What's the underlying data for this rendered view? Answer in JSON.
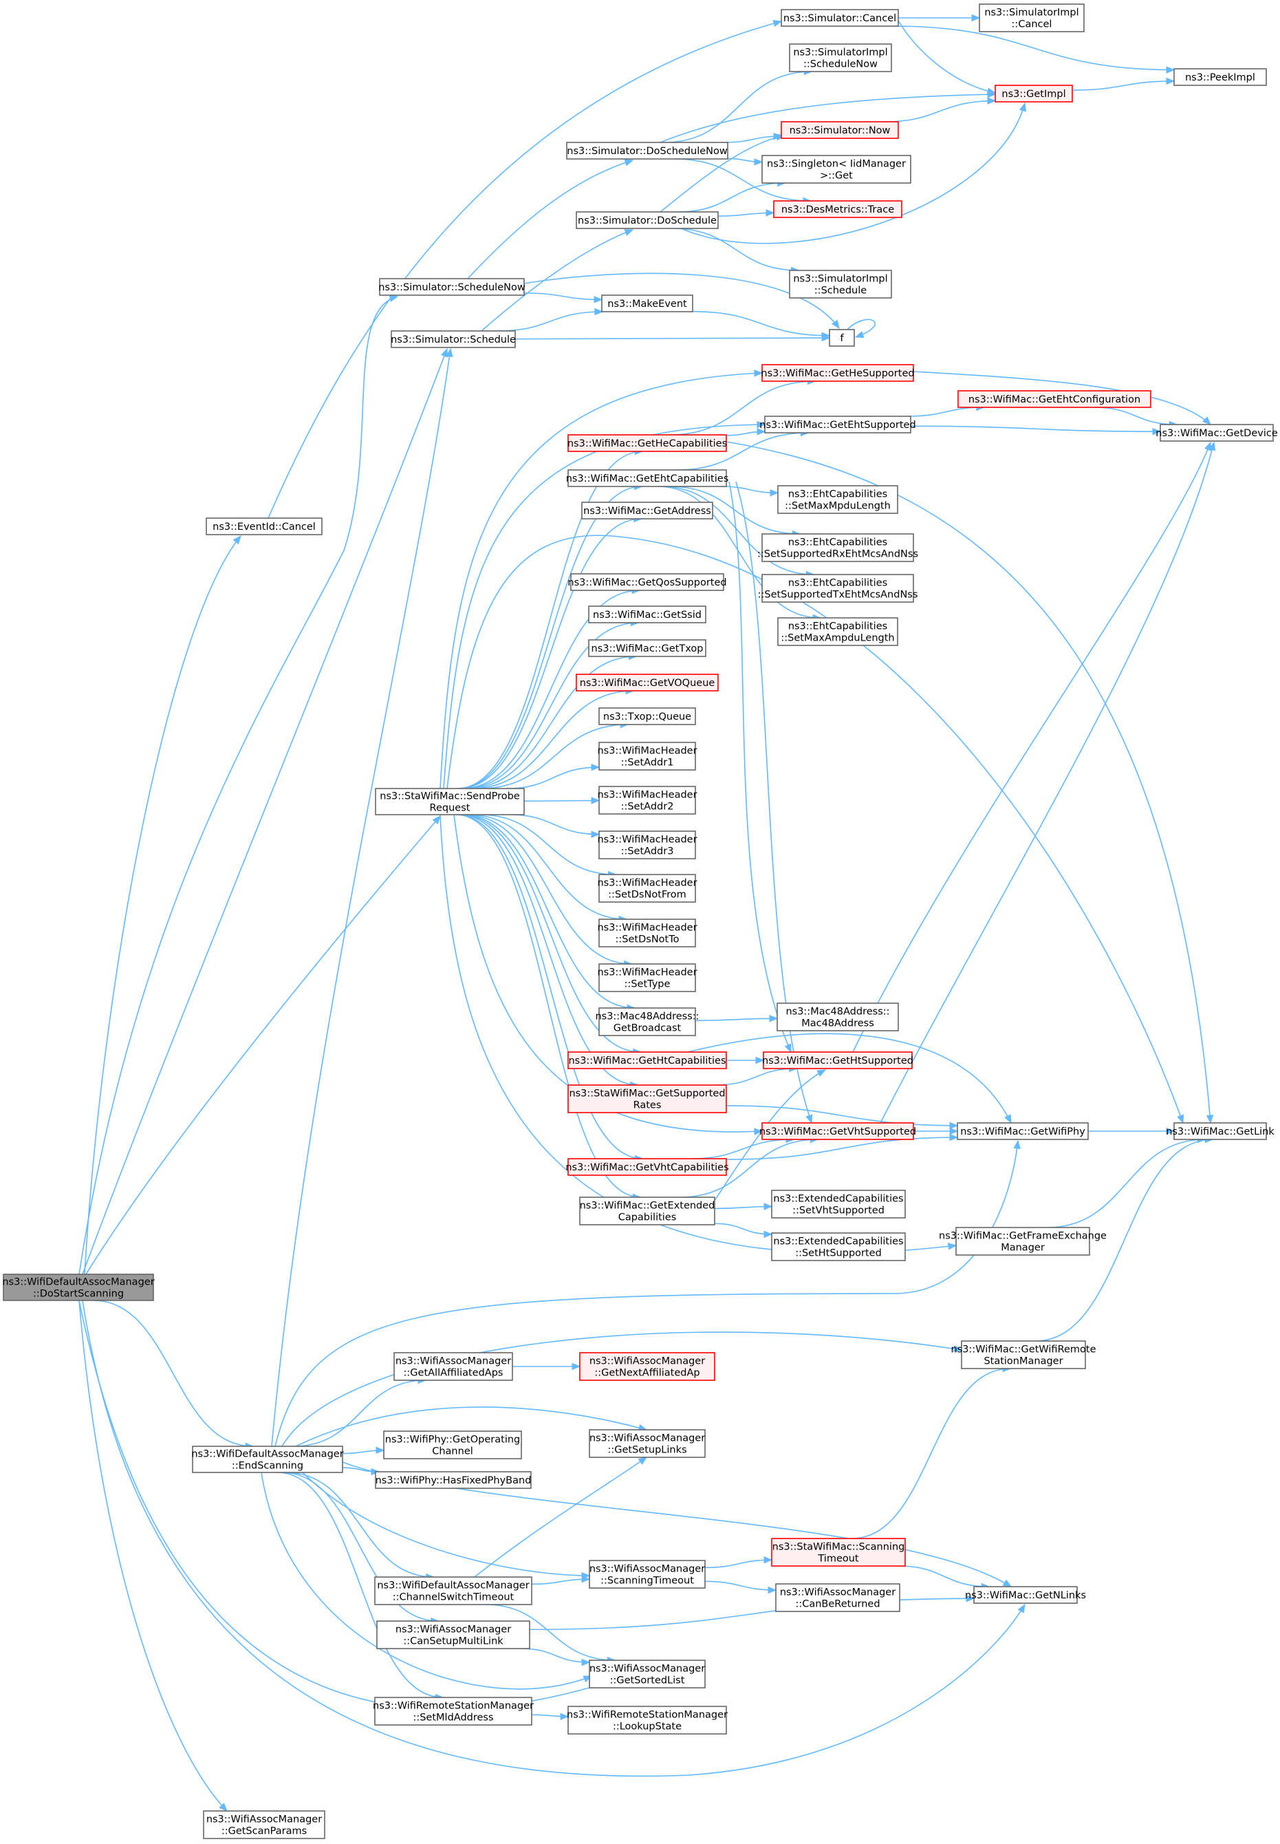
{
  "diagram": {
    "type": "call-graph",
    "root": "ns3::WifiDefaultAssocManager::DoStartScanning",
    "colors": {
      "edge": "#63b8ff",
      "node_border": "#666666",
      "truncated_border": "#ff0000",
      "truncated_fill": "#fff0f0",
      "root_fill": "#999999"
    },
    "nodes": [
      {
        "id": "root",
        "lines": [
          "ns3::WifiDefaultAssocManager",
          "::DoStartScanning"
        ],
        "style": "root"
      },
      {
        "id": "eventid_cancel",
        "lines": [
          "ns3::EventId::Cancel"
        ]
      },
      {
        "id": "sim_cancel",
        "lines": [
          "ns3::Simulator::Cancel"
        ]
      },
      {
        "id": "simimpl_cancel",
        "lines": [
          "ns3::SimulatorImpl",
          "::Cancel"
        ]
      },
      {
        "id": "peekimpl",
        "lines": [
          "ns3::PeekImpl"
        ]
      },
      {
        "id": "getimpl",
        "lines": [
          "ns3::GetImpl"
        ],
        "style": "red"
      },
      {
        "id": "simimpl_schednow",
        "lines": [
          "ns3::SimulatorImpl",
          "::ScheduleNow"
        ]
      },
      {
        "id": "sim_now",
        "lines": [
          "ns3::Simulator::Now"
        ],
        "style": "red"
      },
      {
        "id": "sim_doschednow",
        "lines": [
          "ns3::Simulator::DoScheduleNow"
        ]
      },
      {
        "id": "singleton_get",
        "lines": [
          "ns3::Singleton< IidManager",
          ">::Get"
        ]
      },
      {
        "id": "sim_dosched",
        "lines": [
          "ns3::Simulator::DoSchedule"
        ]
      },
      {
        "id": "desmetrics_trace",
        "lines": [
          "ns3::DesMetrics::Trace"
        ],
        "style": "red"
      },
      {
        "id": "simimpl_sched",
        "lines": [
          "ns3::SimulatorImpl",
          "::Schedule"
        ]
      },
      {
        "id": "sim_schednow",
        "lines": [
          "ns3::Simulator::ScheduleNow"
        ]
      },
      {
        "id": "makeevent",
        "lines": [
          "ns3::MakeEvent"
        ]
      },
      {
        "id": "f",
        "lines": [
          "f"
        ]
      },
      {
        "id": "sim_sched",
        "lines": [
          "ns3::Simulator::Schedule"
        ]
      },
      {
        "id": "mac_gethesup",
        "lines": [
          "ns3::WifiMac::GetHeSupported"
        ],
        "style": "red"
      },
      {
        "id": "mac_getehtconf",
        "lines": [
          "ns3::WifiMac::GetEhtConfiguration"
        ],
        "style": "red"
      },
      {
        "id": "mac_getehtsup",
        "lines": [
          "ns3::WifiMac::GetEhtSupported"
        ]
      },
      {
        "id": "mac_getdevice",
        "lines": [
          "ns3::WifiMac::GetDevice"
        ]
      },
      {
        "id": "mac_gethecap",
        "lines": [
          "ns3::WifiMac::GetHeCapabilities"
        ],
        "style": "red"
      },
      {
        "id": "mac_getehtcap",
        "lines": [
          "ns3::WifiMac::GetEhtCapabilities"
        ]
      },
      {
        "id": "eht_setmaxmpdu",
        "lines": [
          "ns3::EhtCapabilities",
          "::SetMaxMpduLength"
        ]
      },
      {
        "id": "mac_getaddress",
        "lines": [
          "ns3::WifiMac::GetAddress"
        ]
      },
      {
        "id": "eht_setrx",
        "lines": [
          "ns3::EhtCapabilities",
          "::SetSupportedRxEhtMcsAndNss"
        ]
      },
      {
        "id": "eht_settx",
        "lines": [
          "ns3::EhtCapabilities",
          "::SetSupportedTxEhtMcsAndNss"
        ]
      },
      {
        "id": "mac_getqos",
        "lines": [
          "ns3::WifiMac::GetQosSupported"
        ]
      },
      {
        "id": "mac_getssid",
        "lines": [
          "ns3::WifiMac::GetSsid"
        ]
      },
      {
        "id": "eht_setmaxampdu",
        "lines": [
          "ns3::EhtCapabilities",
          "::SetMaxAmpduLength"
        ]
      },
      {
        "id": "mac_gettxop",
        "lines": [
          "ns3::WifiMac::GetTxop"
        ]
      },
      {
        "id": "mac_getvoq",
        "lines": [
          "ns3::WifiMac::GetVOQueue"
        ],
        "style": "red"
      },
      {
        "id": "txop_queue",
        "lines": [
          "ns3::Txop::Queue"
        ]
      },
      {
        "id": "hdr_addr1",
        "lines": [
          "ns3::WifiMacHeader",
          "::SetAddr1"
        ]
      },
      {
        "id": "sta_sendprobe",
        "lines": [
          "ns3::StaWifiMac::SendProbe",
          "Request"
        ]
      },
      {
        "id": "hdr_addr2",
        "lines": [
          "ns3::WifiMacHeader",
          "::SetAddr2"
        ]
      },
      {
        "id": "hdr_addr3",
        "lines": [
          "ns3::WifiMacHeader",
          "::SetAddr3"
        ]
      },
      {
        "id": "hdr_dsnotfrom",
        "lines": [
          "ns3::WifiMacHeader",
          "::SetDsNotFrom"
        ]
      },
      {
        "id": "hdr_dsnotto",
        "lines": [
          "ns3::WifiMacHeader",
          "::SetDsNotTo"
        ]
      },
      {
        "id": "hdr_settype",
        "lines": [
          "ns3::WifiMacHeader",
          "::SetType"
        ]
      },
      {
        "id": "mac48",
        "lines": [
          "ns3::Mac48Address::",
          "Mac48Address"
        ]
      },
      {
        "id": "mac48_bcast",
        "lines": [
          "ns3::Mac48Address::",
          "GetBroadcast"
        ]
      },
      {
        "id": "mac_gethtcap",
        "lines": [
          "ns3::WifiMac::GetHtCapabilities"
        ],
        "style": "red"
      },
      {
        "id": "mac_gethtsup",
        "lines": [
          "ns3::WifiMac::GetHtSupported"
        ],
        "style": "red"
      },
      {
        "id": "sta_getrates",
        "lines": [
          "ns3::StaWifiMac::GetSupported",
          "Rates"
        ],
        "style": "red"
      },
      {
        "id": "mac_getvhtsup",
        "lines": [
          "ns3::WifiMac::GetVhtSupported"
        ],
        "style": "red"
      },
      {
        "id": "mac_getwifiphy",
        "lines": [
          "ns3::WifiMac::GetWifiPhy"
        ]
      },
      {
        "id": "mac_getlink",
        "lines": [
          "ns3::WifiMac::GetLink"
        ]
      },
      {
        "id": "mac_getvhtcap",
        "lines": [
          "ns3::WifiMac::GetVhtCapabilities"
        ],
        "style": "red"
      },
      {
        "id": "ext_setvht",
        "lines": [
          "ns3::ExtendedCapabilities",
          "::SetVhtSupported"
        ]
      },
      {
        "id": "mac_getextcap",
        "lines": [
          "ns3::WifiMac::GetExtended",
          "Capabilities"
        ]
      },
      {
        "id": "mac_getfem",
        "lines": [
          "ns3::WifiMac::GetFrameExchange",
          "Manager"
        ]
      },
      {
        "id": "ext_setht",
        "lines": [
          "ns3::ExtendedCapabilities",
          "::SetHtSupported"
        ]
      },
      {
        "id": "mac_getrsm",
        "lines": [
          "ns3::WifiMac::GetWifiRemote",
          "StationManager"
        ]
      },
      {
        "id": "am_getallaffil",
        "lines": [
          "ns3::WifiAssocManager",
          "::GetAllAffiliatedAps"
        ]
      },
      {
        "id": "am_getnextaffil",
        "lines": [
          "ns3::WifiAssocManager",
          "::GetNextAffiliatedAp"
        ],
        "style": "red"
      },
      {
        "id": "phy_getopch",
        "lines": [
          "ns3::WifiPhy::GetOperating",
          "Channel"
        ]
      },
      {
        "id": "am_getsetuplinks",
        "lines": [
          "ns3::WifiAssocManager",
          "::GetSetupLinks"
        ]
      },
      {
        "id": "dam_endscan",
        "lines": [
          "ns3::WifiDefaultAssocManager",
          "::EndScanning"
        ]
      },
      {
        "id": "phy_hasfixed",
        "lines": [
          "ns3::WifiPhy::HasFixedPhyBand"
        ]
      },
      {
        "id": "sta_scantimeout",
        "lines": [
          "ns3::StaWifiMac::Scanning",
          "Timeout"
        ],
        "style": "red"
      },
      {
        "id": "am_scantimeout",
        "lines": [
          "ns3::WifiAssocManager",
          "::ScanningTimeout"
        ]
      },
      {
        "id": "dam_chswitch",
        "lines": [
          "ns3::WifiDefaultAssocManager",
          "::ChannelSwitchTimeout"
        ]
      },
      {
        "id": "am_canbereturned",
        "lines": [
          "ns3::WifiAssocManager",
          "::CanBeReturned"
        ]
      },
      {
        "id": "mac_getnlinks",
        "lines": [
          "ns3::WifiMac::GetNLinks"
        ]
      },
      {
        "id": "am_cansetupml",
        "lines": [
          "ns3::WifiAssocManager",
          "::CanSetupMultiLink"
        ]
      },
      {
        "id": "am_getsorted",
        "lines": [
          "ns3::WifiAssocManager",
          "::GetSortedList"
        ]
      },
      {
        "id": "rsm_setmld",
        "lines": [
          "ns3::WifiRemoteStationManager",
          "::SetMldAddress"
        ]
      },
      {
        "id": "rsm_lookup",
        "lines": [
          "ns3::WifiRemoteStationManager",
          "::LookupState"
        ]
      },
      {
        "id": "am_getscanparams",
        "lines": [
          "ns3::WifiAssocManager",
          "::GetScanParams"
        ]
      }
    ]
  }
}
